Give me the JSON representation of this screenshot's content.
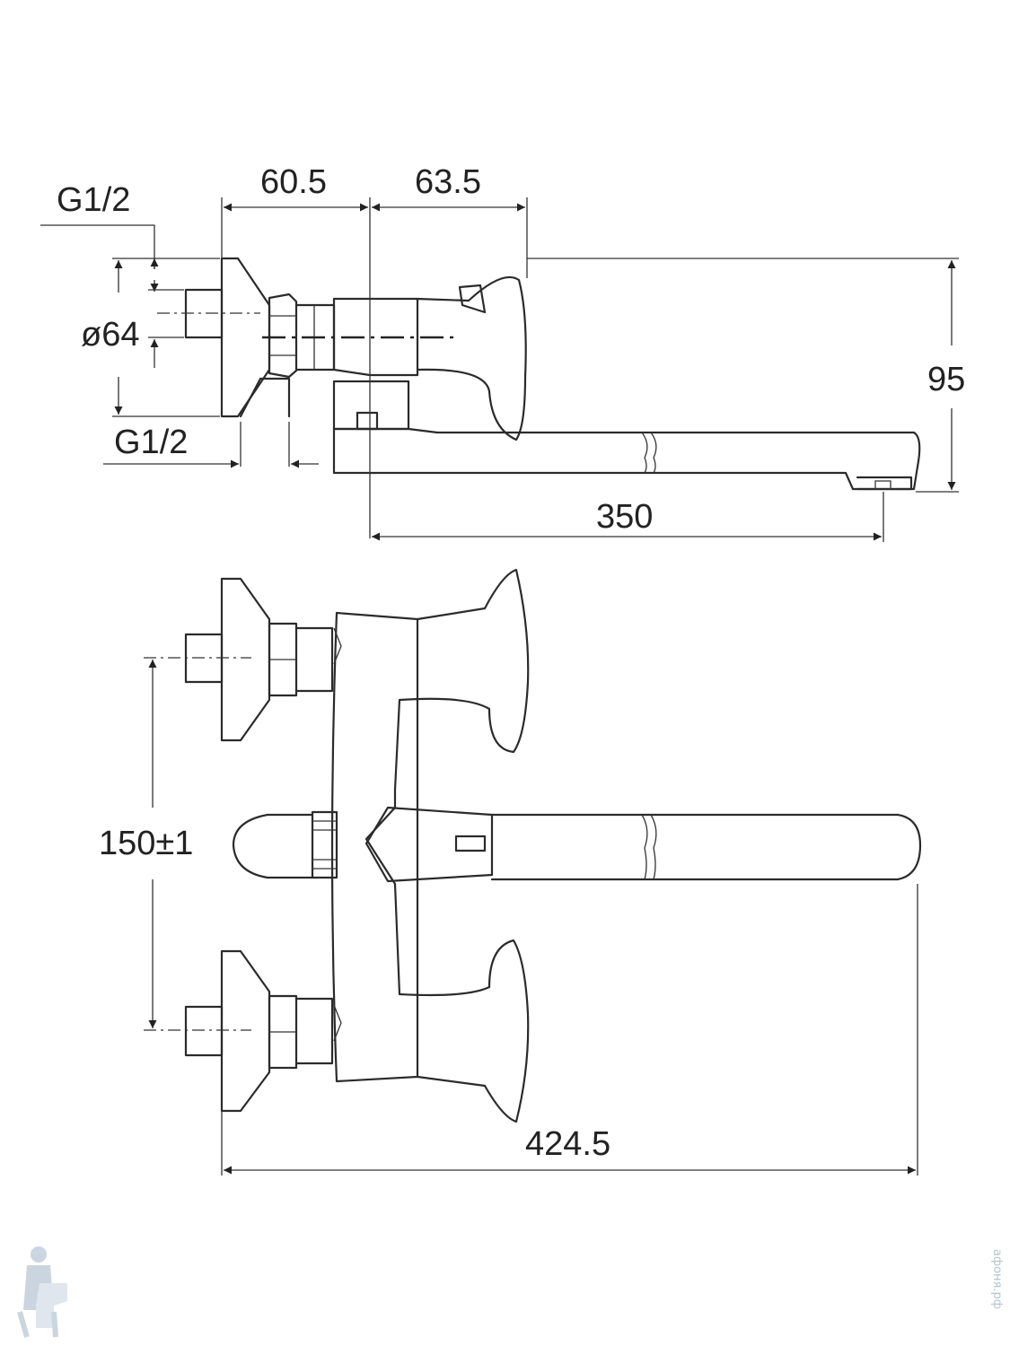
{
  "top_view": {
    "thread_top": "G1/2",
    "thread_bottom": "G1/2",
    "flange_diameter": "ø64",
    "offset_left": "60.5",
    "offset_right": "63.5",
    "height": "95",
    "spout_length": "350"
  },
  "front_view": {
    "inlet_spacing": "150±1",
    "total_width": "424.5"
  },
  "watermark": {
    "site_text": "афоня.рф"
  },
  "icons": [
    "plumber-logo-icon"
  ]
}
